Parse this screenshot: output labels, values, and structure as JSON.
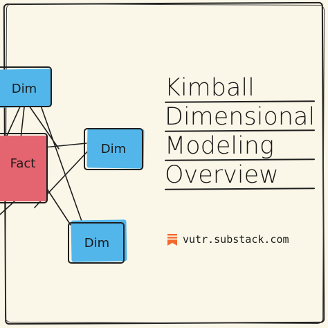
{
  "diagram": {
    "nodes": [
      {
        "id": "dim-top",
        "label": "Dim",
        "color": "#53b6ea"
      },
      {
        "id": "fact",
        "label": "Fact",
        "color": "#e46470"
      },
      {
        "id": "dim-right",
        "label": "Dim",
        "color": "#53b6ea"
      },
      {
        "id": "dim-bottom",
        "label": "Dim",
        "color": "#53b6ea"
      }
    ]
  },
  "title": {
    "lines": [
      "Kimball",
      "Dimensional",
      "Modeling",
      "Overview"
    ]
  },
  "source": {
    "icon": "substack-icon",
    "icon_color": "#f26a2e",
    "text": "vutr.substack.com"
  }
}
